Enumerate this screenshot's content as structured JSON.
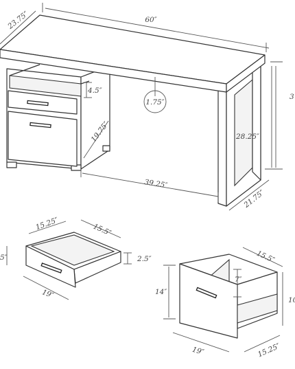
{
  "dimensions": {
    "desk_length": "60″",
    "desk_depth": "23.75″",
    "desk_height_cut": "3",
    "leg_inner_height": "28.25″",
    "leg_depth": "21.75″",
    "cabinet_width": "39.25″",
    "drawer_inset": "1.75″",
    "shelf_height": "4.5″",
    "cabinet_depth": "19.75″",
    "small_drawer_depth_left": "15.25″",
    "small_drawer_depth_right": "15.5″",
    "small_drawer_height_cut": "5″",
    "small_drawer_inner_height": "2.5″",
    "small_drawer_front_width": "19″",
    "file_drawer_depth_top": "15.5″",
    "file_drawer_inner_height": "7″",
    "file_drawer_front_height": "14″",
    "file_drawer_height_cut": "10",
    "file_drawer_front_width": "19″",
    "file_drawer_depth_bottom": "15.25″"
  }
}
